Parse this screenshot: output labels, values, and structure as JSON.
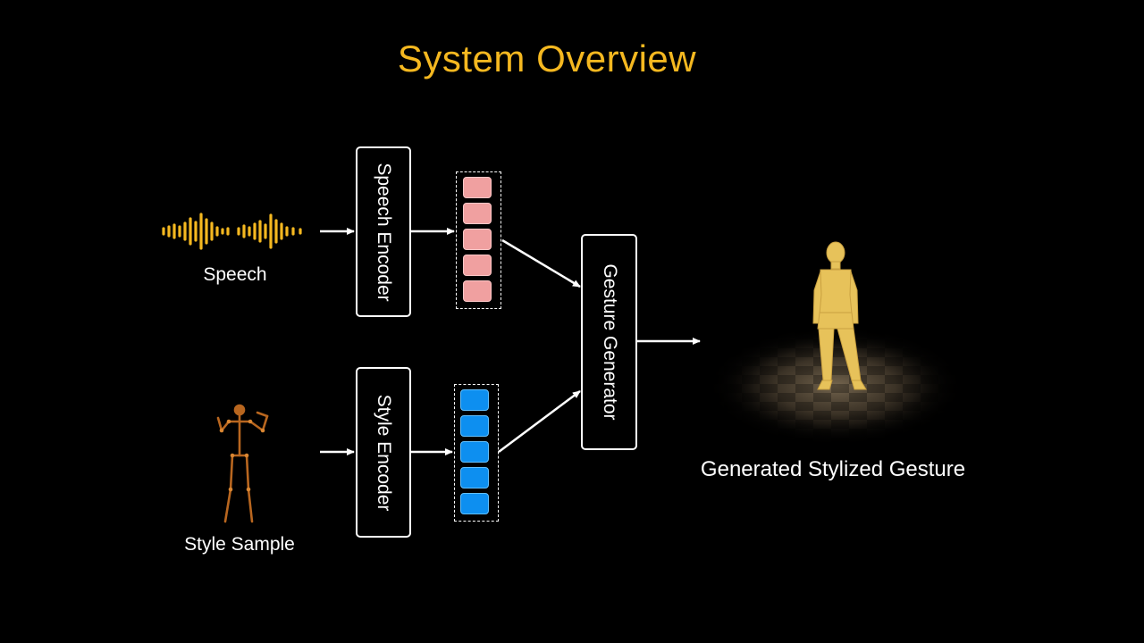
{
  "slide": {
    "title": "System Overview"
  },
  "inputs": {
    "speech_label": "Speech",
    "style_label": "Style Sample"
  },
  "modules": {
    "speech_encoder": "Speech Encoder",
    "style_encoder": "Style Encoder",
    "gesture_generator": "Gesture Generator"
  },
  "output": {
    "label": "Generated Stylized Gesture"
  },
  "colors": {
    "title": "#f5b820",
    "waveform": "#f5b820",
    "speech_embedding": "#f0a0a0",
    "style_embedding": "#0d8ff0",
    "figure": "#e7c25a",
    "skeleton": "#b8661f"
  },
  "icons": {
    "speech": "audio-waveform-icon",
    "style": "skeleton-icon",
    "output": "3d-avatar-figure"
  }
}
